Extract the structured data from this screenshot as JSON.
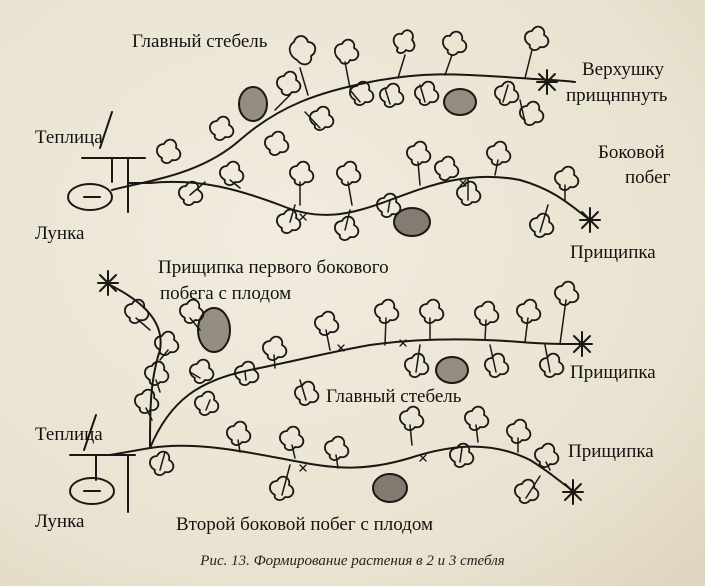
{
  "labels": {
    "main_stem_top": "Главный стебель",
    "pinch_top_line1": "Верхушку",
    "pinch_top_line2": "прищнпнуть",
    "greenhouse_1": "Теплица",
    "side_shoot_line1": "Боковой",
    "side_shoot_line2": "побег",
    "hole_1": "Лунка",
    "pinch_1": "Прищипка",
    "first_side_line1": "Прищипка первого бокового",
    "first_side_line2": "побега с плодом",
    "pinch_2": "Прищипка",
    "main_stem_bottom": "Главный  стебель",
    "greenhouse_2": "Теплица",
    "pinch_3": "Прищипка",
    "hole_2": "Лунка",
    "second_side": "Второй боковой побег с плодом"
  },
  "caption": "Рис. 13. Формирование растения в 2 и 3 стебля",
  "colors": {
    "ink": "#1a1714",
    "paper": "#ece6d6"
  }
}
